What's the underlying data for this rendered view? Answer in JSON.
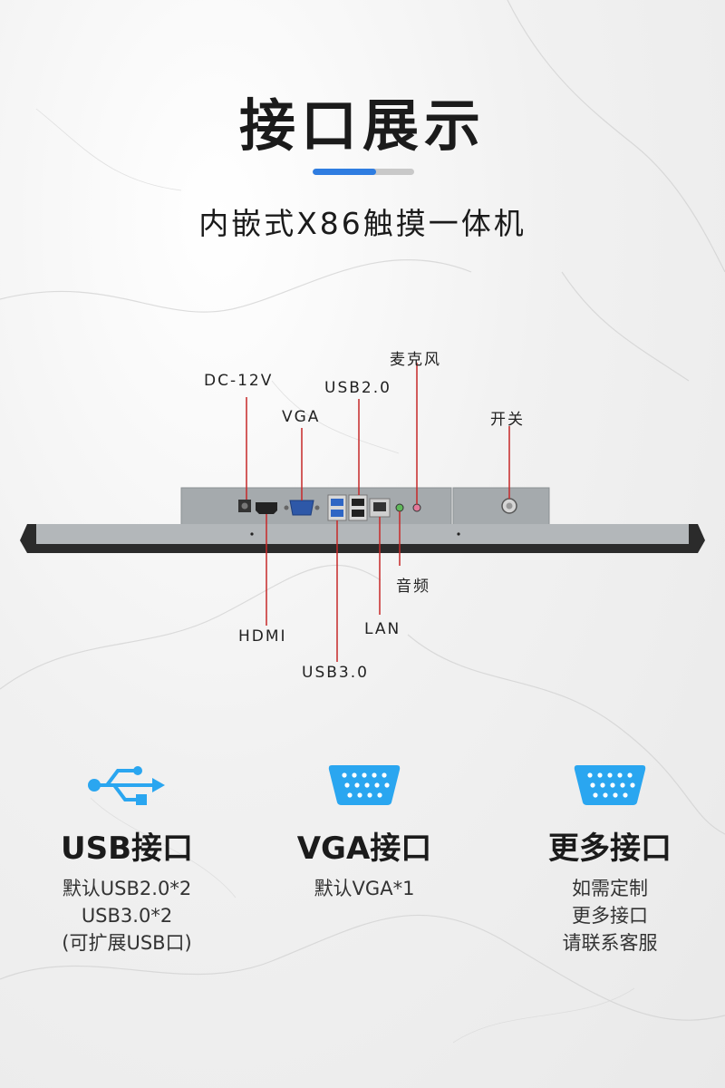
{
  "header": {
    "title": "接口展示",
    "subtitle": "内嵌式X86触摸一体机"
  },
  "ports": {
    "dc": "DC-12V",
    "vga": "VGA",
    "usb2": "USB2.0",
    "mic": "麦克风",
    "switch": "开关",
    "hdmi": "HDMI",
    "usb3": "USB3.0",
    "lan": "LAN",
    "audio": "音频"
  },
  "features": [
    {
      "icon": "usb-icon",
      "name": "USB接口",
      "lines": [
        "默认USB2.0*2",
        "USB3.0*2",
        "(可扩展USB口)"
      ]
    },
    {
      "icon": "vga-connector-icon",
      "name": "VGA接口",
      "lines": [
        "默认VGA*1"
      ]
    },
    {
      "icon": "vga-connector-icon",
      "name": "更多接口",
      "lines": [
        "如需定制",
        "更多接口",
        "请联系客服"
      ]
    }
  ],
  "colors": {
    "accent": "#2f7de1",
    "icon_blue": "#2aa6f0",
    "leader_line": "#c62828",
    "panel_gray": "#a8adb0",
    "bezel": "#2b2b2b"
  }
}
